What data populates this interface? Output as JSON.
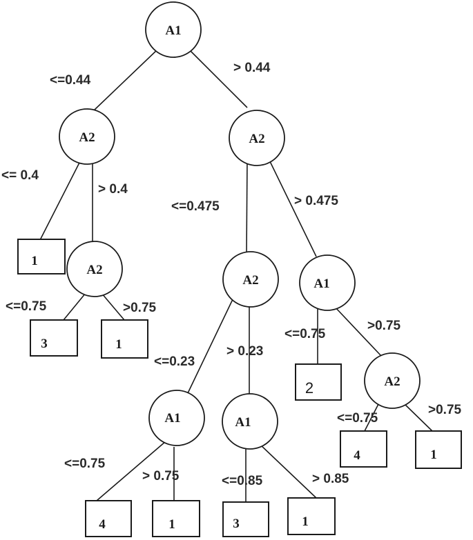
{
  "nodes": [
    {
      "id": "n1",
      "label": "A1"
    },
    {
      "id": "n2",
      "label": "A2"
    },
    {
      "id": "n3",
      "label": "A2"
    },
    {
      "id": "n4",
      "label": "A2"
    },
    {
      "id": "n5",
      "label": "A2"
    },
    {
      "id": "n6",
      "label": "A1"
    },
    {
      "id": "n7",
      "label": "A1"
    },
    {
      "id": "n8",
      "label": "A1"
    },
    {
      "id": "n9",
      "label": "A2"
    }
  ],
  "leaves": [
    {
      "id": "l1",
      "label": "1"
    },
    {
      "id": "l2",
      "label": "3"
    },
    {
      "id": "l3",
      "label": "1"
    },
    {
      "id": "l4",
      "label": "4"
    },
    {
      "id": "l5",
      "label": "1"
    },
    {
      "id": "l6",
      "label": "3"
    },
    {
      "id": "l7",
      "label": "1"
    },
    {
      "id": "l8",
      "label": "2"
    },
    {
      "id": "l9",
      "label": "4"
    },
    {
      "id": "l10",
      "label": "1"
    }
  ],
  "edges": [
    {
      "id": "e1",
      "label": "<=0.44"
    },
    {
      "id": "e2",
      "label": "> 0.44"
    },
    {
      "id": "e3",
      "label": "<= 0.4"
    },
    {
      "id": "e4",
      "label": "> 0.4"
    },
    {
      "id": "e5",
      "label": "<=0.75"
    },
    {
      "id": "e6",
      "label": ">0.75"
    },
    {
      "id": "e7",
      "label": "<=0.475"
    },
    {
      "id": "e8",
      "label": "> 0.475"
    },
    {
      "id": "e9",
      "label": "<=0.23"
    },
    {
      "id": "e10",
      "label": "> 0.23"
    },
    {
      "id": "e11",
      "label": "<=0.75"
    },
    {
      "id": "e12",
      "label": "> 0.75"
    },
    {
      "id": "e13",
      "label": "<=0.85"
    },
    {
      "id": "e14",
      "label": "> 0.85"
    },
    {
      "id": "e15",
      "label": "<=0.75"
    },
    {
      "id": "e16",
      "label": ">0.75"
    },
    {
      "id": "e17",
      "label": "<=0.75"
    },
    {
      "id": "e18",
      "label": ">0.75"
    }
  ]
}
